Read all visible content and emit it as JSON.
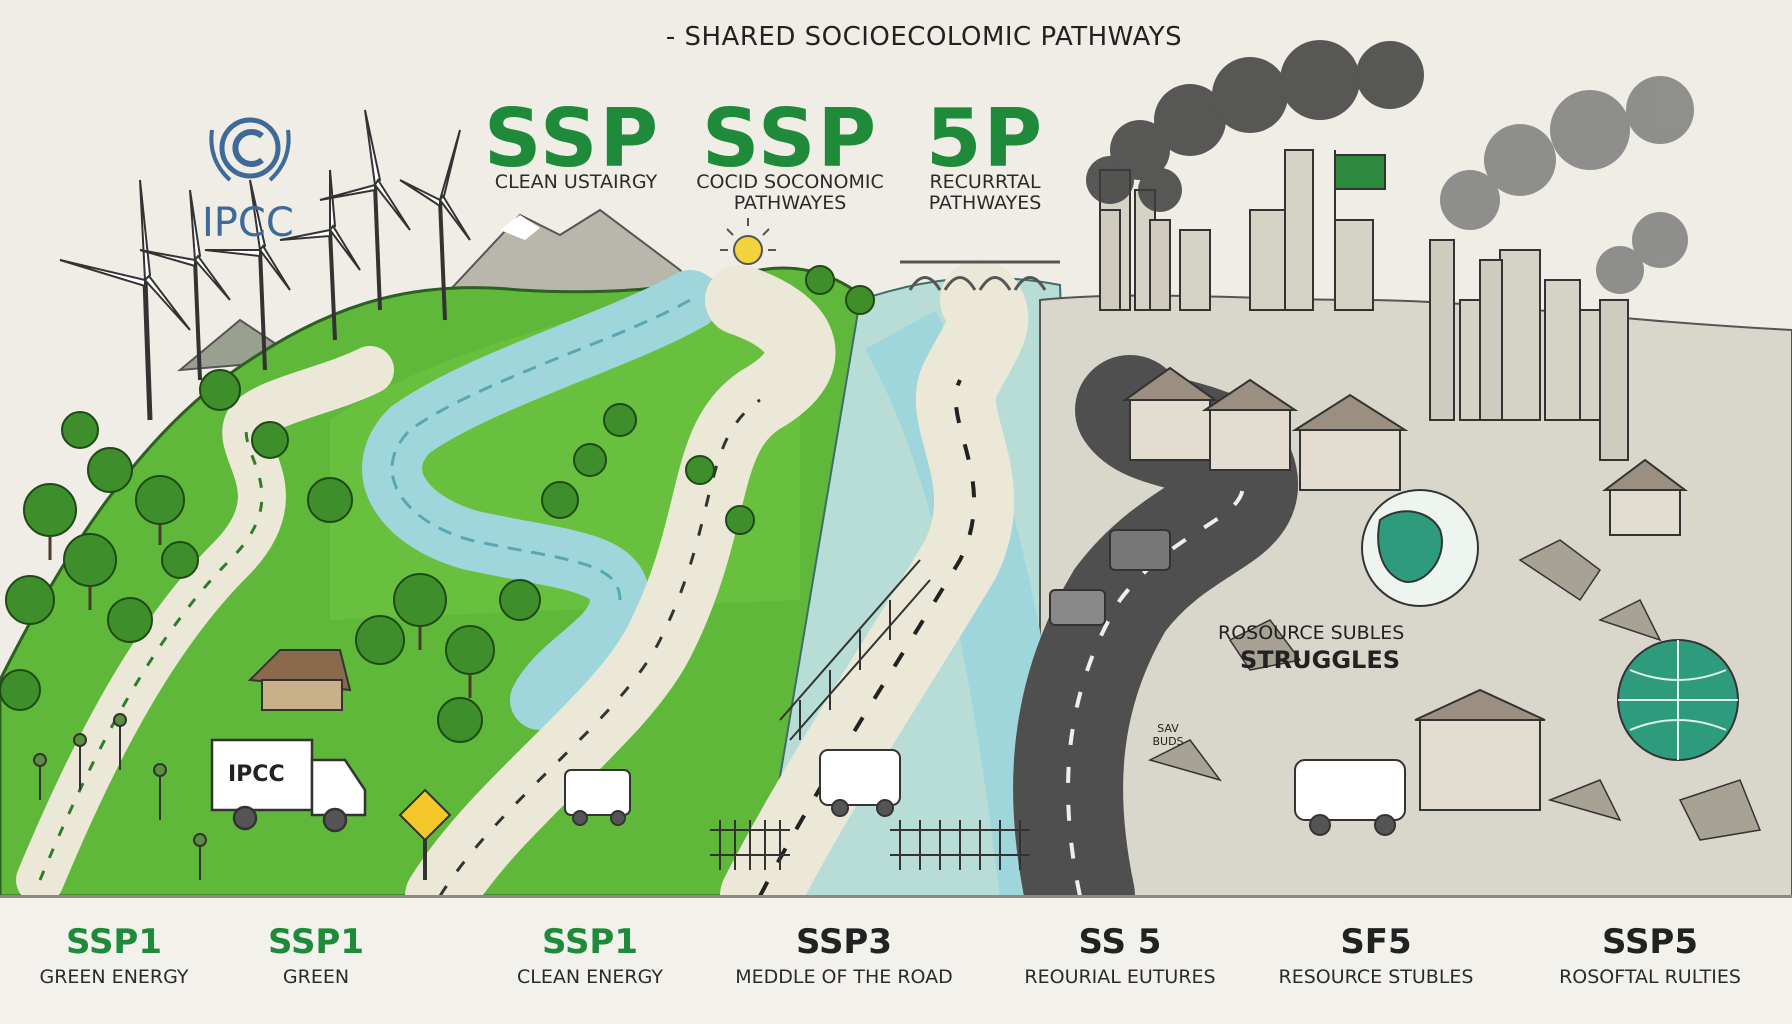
{
  "title": "- SHARED SOCIOECOLOMIC PATHWAYS",
  "logo": {
    "text": "IPCC",
    "icon": "un-wreath-emblem-icon"
  },
  "headlines": [
    {
      "label": "SSP",
      "subtitle": "CLEAN USTAIRGY",
      "color": "#1e8a3a"
    },
    {
      "label": "SSP",
      "subtitle": "COCID SOCONOMIC PATHWAYES",
      "color": "#1e8a3a"
    },
    {
      "label": "5P",
      "subtitle": "RECURRTAL PATHWAYES",
      "color": "#1e8a3a"
    }
  ],
  "scene_labels": {
    "truck": "IPCC",
    "resource_line1": "ROSOURCE SUBLES",
    "resource_line2": "STRUGGLES",
    "sign_small": "SAV BUDS"
  },
  "pathways": [
    {
      "code": "SSP1",
      "description": "GREEN ENERGY",
      "color": "#1e8a3a"
    },
    {
      "code": "SSP1",
      "description": "GREEN",
      "color": "#1e8a3a"
    },
    {
      "code": "SSP1",
      "description": "CLEAN ENERGY",
      "color": "#1e8a3a"
    },
    {
      "code": "SSP3",
      "description": "MEDDLE OF THE ROAD",
      "color": "#222222"
    },
    {
      "code": "SS 5",
      "description": "REOURIAL EUTURES",
      "color": "#222222"
    },
    {
      "code": "SF5",
      "description": "RESOURCE STUBLES",
      "color": "#222222"
    },
    {
      "code": "SSP5",
      "description": "ROSOFTAL RULTIES",
      "color": "#222222"
    }
  ],
  "colors": {
    "green": "#5fb83a",
    "dark_green": "#2f7d2a",
    "river": "#9fd6dc",
    "road_light": "#ece8d8",
    "road_dark": "#4f4f50",
    "smoke": "#3d3d3d",
    "globe": "#2e9c7c"
  }
}
